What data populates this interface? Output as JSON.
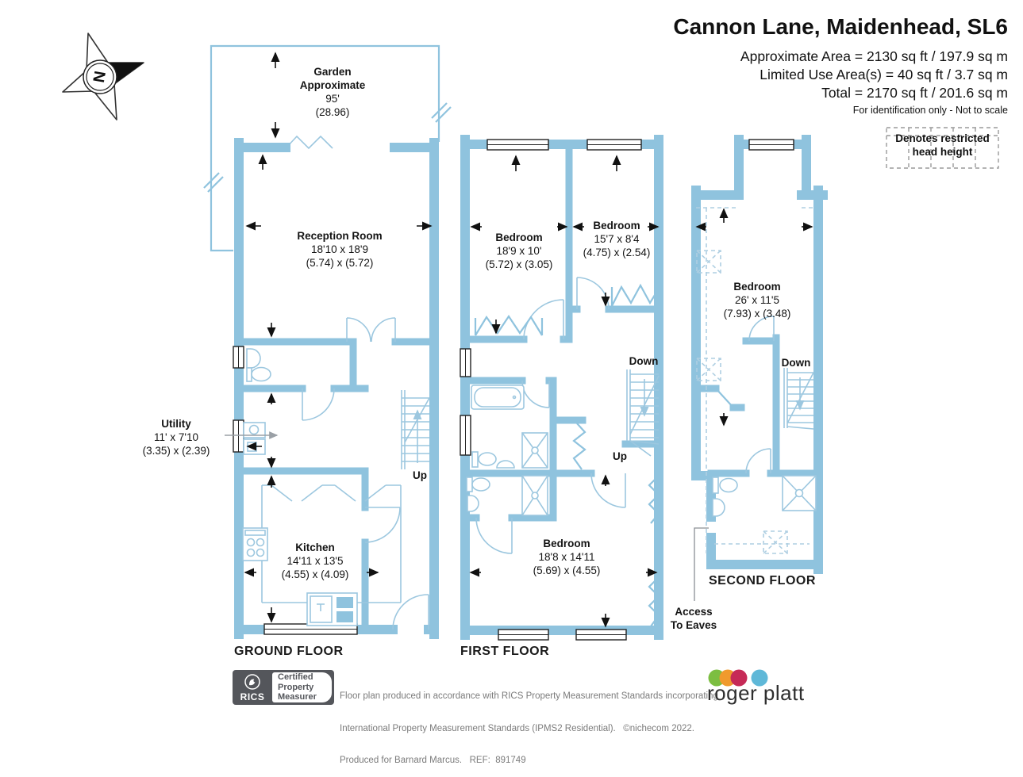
{
  "header": {
    "title": "Cannon Lane, Maidenhead, SL6",
    "area_lines": [
      "Approximate Area = 2130 sq ft / 197.9 sq m",
      "Limited Use Area(s) = 40 sq ft / 3.7 sq m",
      "Total = 2170 sq ft / 201.6 sq m"
    ],
    "scale_note": "For identification only - Not to scale",
    "restricted_legend": [
      "Denotes restricted",
      "head height"
    ]
  },
  "compass": {
    "north_label": "N"
  },
  "plans": {
    "ground": {
      "floor_label": "GROUND FLOOR",
      "garden": {
        "line1": "Garden",
        "line2": "Approximate",
        "line3": "95'",
        "line4": "(28.96)"
      },
      "reception": {
        "name": "Reception Room",
        "imperial": "18'10 x 18'9",
        "metric": "(5.74) x (5.72)"
      },
      "utility": {
        "name": "Utility",
        "imperial": "11' x 7'10",
        "metric": "(3.35) x (2.39)"
      },
      "kitchen": {
        "name": "Kitchen",
        "imperial": "14'11 x 13'5",
        "metric": "(4.55) x (4.09)"
      },
      "up_label": "Up"
    },
    "first": {
      "floor_label": "FIRST FLOOR",
      "bedroom1": {
        "name": "Bedroom",
        "imperial": "18'9 x 10'",
        "metric": "(5.72) x (3.05)"
      },
      "bedroom2": {
        "name": "Bedroom",
        "imperial": "15'7 x 8'4",
        "metric": "(4.75) x (2.54)"
      },
      "bedroom3": {
        "name": "Bedroom",
        "imperial": "18'8 x 14'11",
        "metric": "(5.69) x (4.55)"
      },
      "down_label": "Down",
      "up_label": "Up"
    },
    "second": {
      "floor_label": "SECOND FLOOR",
      "bedroom": {
        "name": "Bedroom",
        "imperial": "26' x 11'5",
        "metric": "(7.93) x (3.48)"
      },
      "down_label": "Down",
      "eaves_line1": "Access",
      "eaves_line2": "To Eaves"
    }
  },
  "footer": {
    "rics": {
      "brand": "RICS",
      "badge_lines": [
        "Certified",
        "Property",
        "Measurer"
      ]
    },
    "disclaimer_lines": [
      "Floor plan produced in accordance with RICS Property Measurement Standards incorporating",
      "International Property Measurement Standards (IPMS2 Residential).   ©nichecom 2022.",
      "Produced for Barnard Marcus.   REF:  891749"
    ],
    "agency": "roger platt"
  },
  "colors": {
    "wall": "#8FC3DE",
    "dot_green": "#7CBE41",
    "dot_orange": "#F09A2D",
    "dot_crimson": "#C62A57",
    "dot_blue": "#5FB8D8"
  }
}
